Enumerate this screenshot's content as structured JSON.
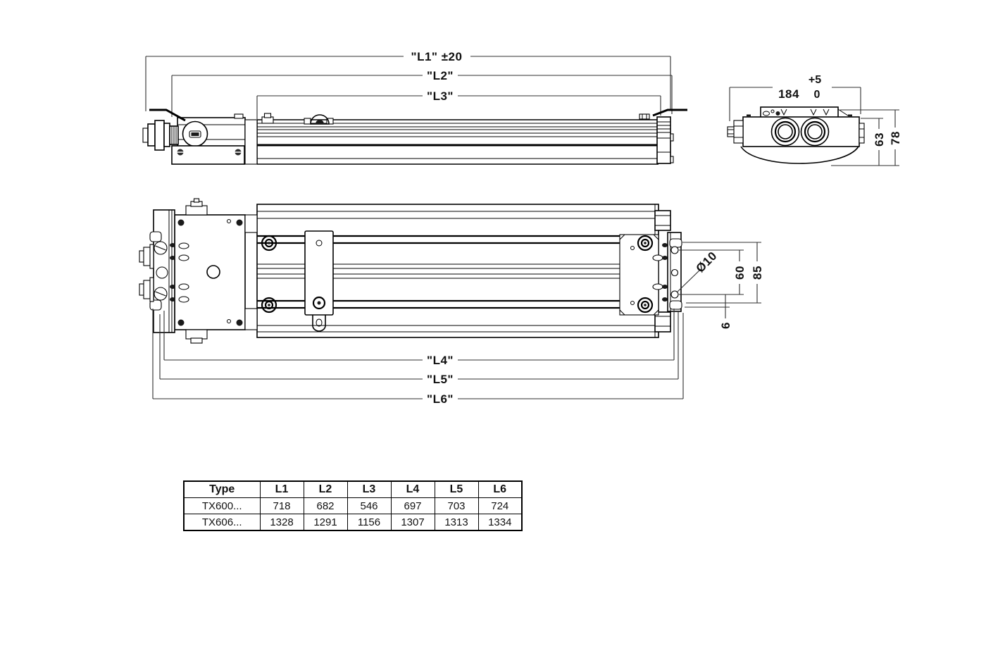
{
  "drawing": {
    "side_view": {
      "dim_l1": "\"L1\" ±20",
      "dim_l2": "\"L2\"",
      "dim_l3": "\"L3\""
    },
    "end_view": {
      "dim_width": "184",
      "tol_upper": "+5",
      "tol_lower": "0",
      "dim_height_63": "63",
      "dim_height_78": "78"
    },
    "plan_view": {
      "dim_l4": "\"L4\"",
      "dim_l5": "\"L5\"",
      "dim_l6": "\"L6\"",
      "dim_hole_dia": "Ø10",
      "dim_60": "60",
      "dim_85": "85",
      "dim_6": "6"
    }
  },
  "table": {
    "headers": [
      "Type",
      "L1",
      "L2",
      "L3",
      "L4",
      "L5",
      "L6"
    ],
    "rows": [
      [
        "TX600...",
        "718",
        "682",
        "546",
        "697",
        "703",
        "724"
      ],
      [
        "TX606...",
        "1328",
        "1291",
        "1156",
        "1307",
        "1313",
        "1334"
      ]
    ]
  }
}
